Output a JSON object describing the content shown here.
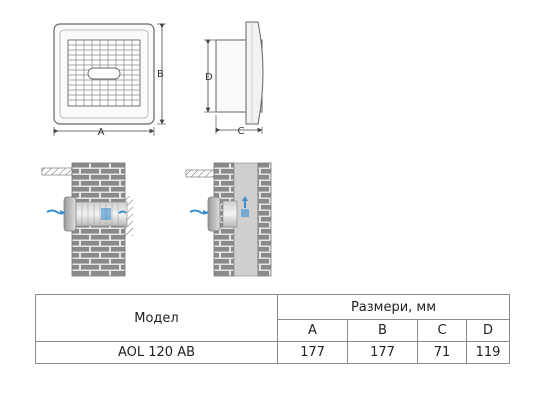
{
  "figure": {
    "labels": {
      "a": "A",
      "b": "B",
      "c": "C",
      "d": "D"
    }
  },
  "table": {
    "model_header": "Модел",
    "dimensions_header": "Размери, мм",
    "columns": [
      "A",
      "B",
      "C",
      "D"
    ],
    "rows": [
      {
        "model": "AOL 120 AB",
        "values": [
          "177",
          "177",
          "71",
          "119"
        ]
      }
    ]
  },
  "colors": {
    "brick": "#8a8a8a",
    "mortar": "#e8e8e8",
    "airflow": "#3a8fd0",
    "line": "#555555"
  }
}
